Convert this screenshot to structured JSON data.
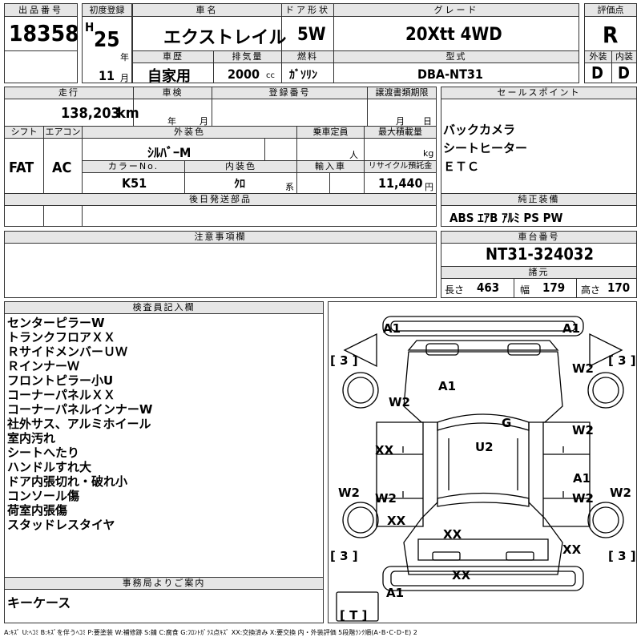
{
  "sheet": {
    "lot_header": "出品番号",
    "lot_no": "18358",
    "reg_header": "初度登録",
    "era": "H",
    "year": "25",
    "year_unit": "年",
    "month": "11",
    "month_unit": "月",
    "name_header": "車名",
    "car_name": "エクストレイル",
    "door_header": "ドア形状",
    "door": "5W",
    "grade_header": "グレード",
    "grade": "20Xtt 4WD",
    "score_header": "評価点",
    "score": "R",
    "history_header": "車歴",
    "history": "自家用",
    "disp_header": "排気量",
    "displacement": "2000",
    "disp_unit": "cc",
    "fuel_header": "燃料",
    "fuel": "ｶﾞｿﾘﾝ",
    "model_header": "型式",
    "model": "DBA-NT31",
    "ext_header": "外装",
    "ext_grade": "D",
    "int_header": "内装",
    "int_grade": "D",
    "mileage_header": "走行",
    "mileage": "138,203",
    "mileage_unit": "km",
    "inspection_header": "車検",
    "insp_year": "年",
    "insp_month": "月",
    "regno_header": "登録番号",
    "transfer_header": "譲渡書類期限",
    "transfer_month": "月",
    "transfer_day": "日",
    "sales_header": "セールスポイント",
    "sales_points": [
      "バックカメラ",
      "シートヒーター",
      "ＥＴＣ"
    ],
    "shift_header": "シフト",
    "shift": "FAT",
    "ac_header": "エアコン",
    "ac": "AC",
    "color_header": "外装色",
    "color": "ｼﾙﾊﾞｰM",
    "capacity_header": "乗車定員",
    "capacity_unit": "人",
    "load_header": "最大積載量",
    "load_unit": "kg",
    "colorno_header": "カラーNo.",
    "color_no": "K51",
    "interior_header": "内装色",
    "interior": "ｸﾛ",
    "interior_unit": "系",
    "import_header": "輸入車",
    "recycle_header": "リサイクル預託金",
    "recycle": "11,440",
    "recycle_unit": "円",
    "later_header": "後日発送部品",
    "equip_header": "純正装備",
    "equipment": "ABS ｴｱB ｱﾙﾐ PS PW",
    "caution_header": "注意事項欄",
    "chassis_header": "車台番号",
    "chassis": "NT31-324032",
    "spec_header": "諸元",
    "length_label": "長さ",
    "length": "463",
    "width_label": "幅",
    "width": "179",
    "height_label": "高さ",
    "height": "170",
    "inspector_header": "検査員記入欄",
    "inspector_notes": [
      "センターピラーW",
      "トランクフロアＸＸ",
      "ＲサイドメンバーＵＷ",
      "ＲインナーＷ",
      "フロントピラー小U",
      "コーナーパネルＸＸ",
      "コーナーパネルインナーW",
      "社外サス、アルミホイール",
      "室内汚れ",
      "シートへたり",
      "ハンドルすれ大",
      "ドア内張切れ・破れ小",
      "コンソール傷",
      "荷室内張傷",
      "スタッドレスタイヤ"
    ],
    "office_header": "事務局よりご案内",
    "office_note": "キーケース",
    "legend": "A:ｷｽﾞ U:ﾍｺﾐ B:ｷｽﾞを伴うﾍｺﾐ P:要塗装 W:補修跡 S:錆 C:腐食 G:ﾌﾛﾝﾄｶﾞﾗｽ点ｷｽﾞ XX:交換済み X:要交換 内・外装評価 5段階ﾗﾝｸ順(A･B･C･D･E) 2"
  },
  "diagram": {
    "marks": {
      "a1_tl": "A1",
      "a1_tr": "A1",
      "bracket_l_top": "[ 3 ]",
      "bracket_r_top": "[ 3 ]",
      "w2_r1": "W2",
      "a1_hood": "A1",
      "w2_l1": "W2",
      "g": "G",
      "w2_r2": "W2",
      "xx_l1": "XX",
      "u2": "U2",
      "a1_r": "A1",
      "w2_r3": "W2",
      "w2_l2": "W2",
      "w2_l3": "W2",
      "w2_r4": "W2",
      "xx_l2": "XX",
      "xx_c": "XX",
      "xx_r": "XX",
      "bracket_l_bot": "[ 3 ]",
      "bracket_r_bot": "[ 3 ]",
      "xx_bottom": "XX",
      "a1_bottom": "A1",
      "bracket_t": "[ T ]"
    }
  }
}
